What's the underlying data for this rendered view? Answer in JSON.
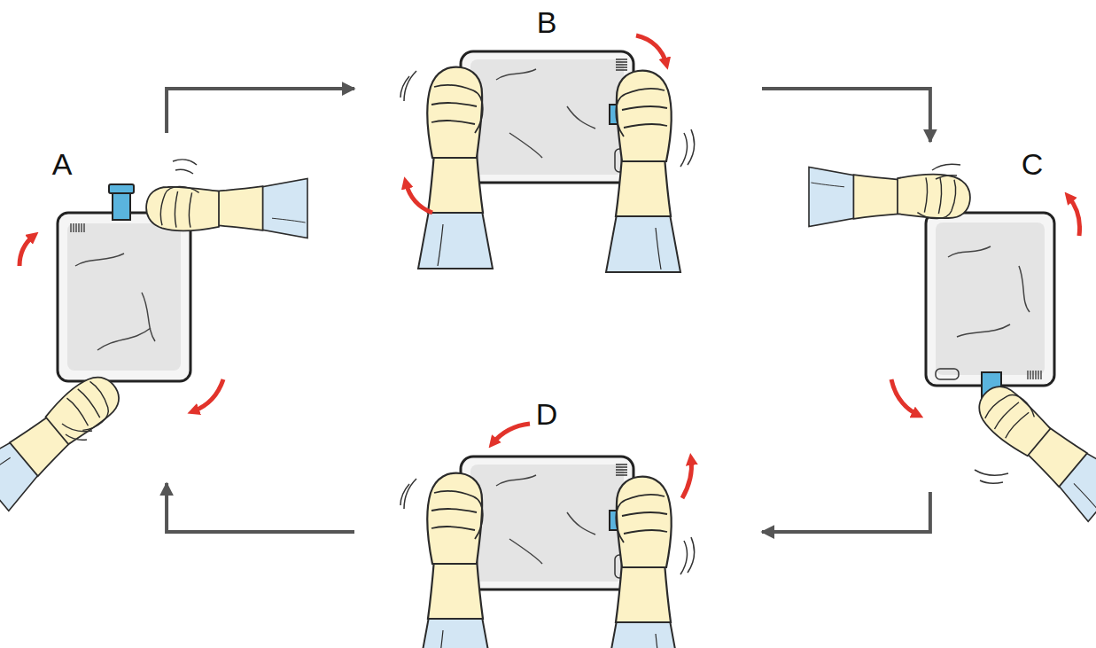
{
  "diagram": {
    "nodes": [
      {
        "text": [
          "A"
        ]
      },
      {
        "text": [
          "B"
        ]
      },
      {
        "text": [
          "C"
        ]
      },
      {
        "text": [
          "D"
        ]
      }
    ],
    "edges": [
      {
        "from": 0,
        "to": 1,
        "arrow": "to"
      },
      {
        "from": 1,
        "to": 2,
        "arrow": "to"
      },
      {
        "from": 2,
        "to": 3,
        "arrow": "to"
      },
      {
        "from": 3,
        "to": 0,
        "arrow": "to"
      }
    ]
  }
}
